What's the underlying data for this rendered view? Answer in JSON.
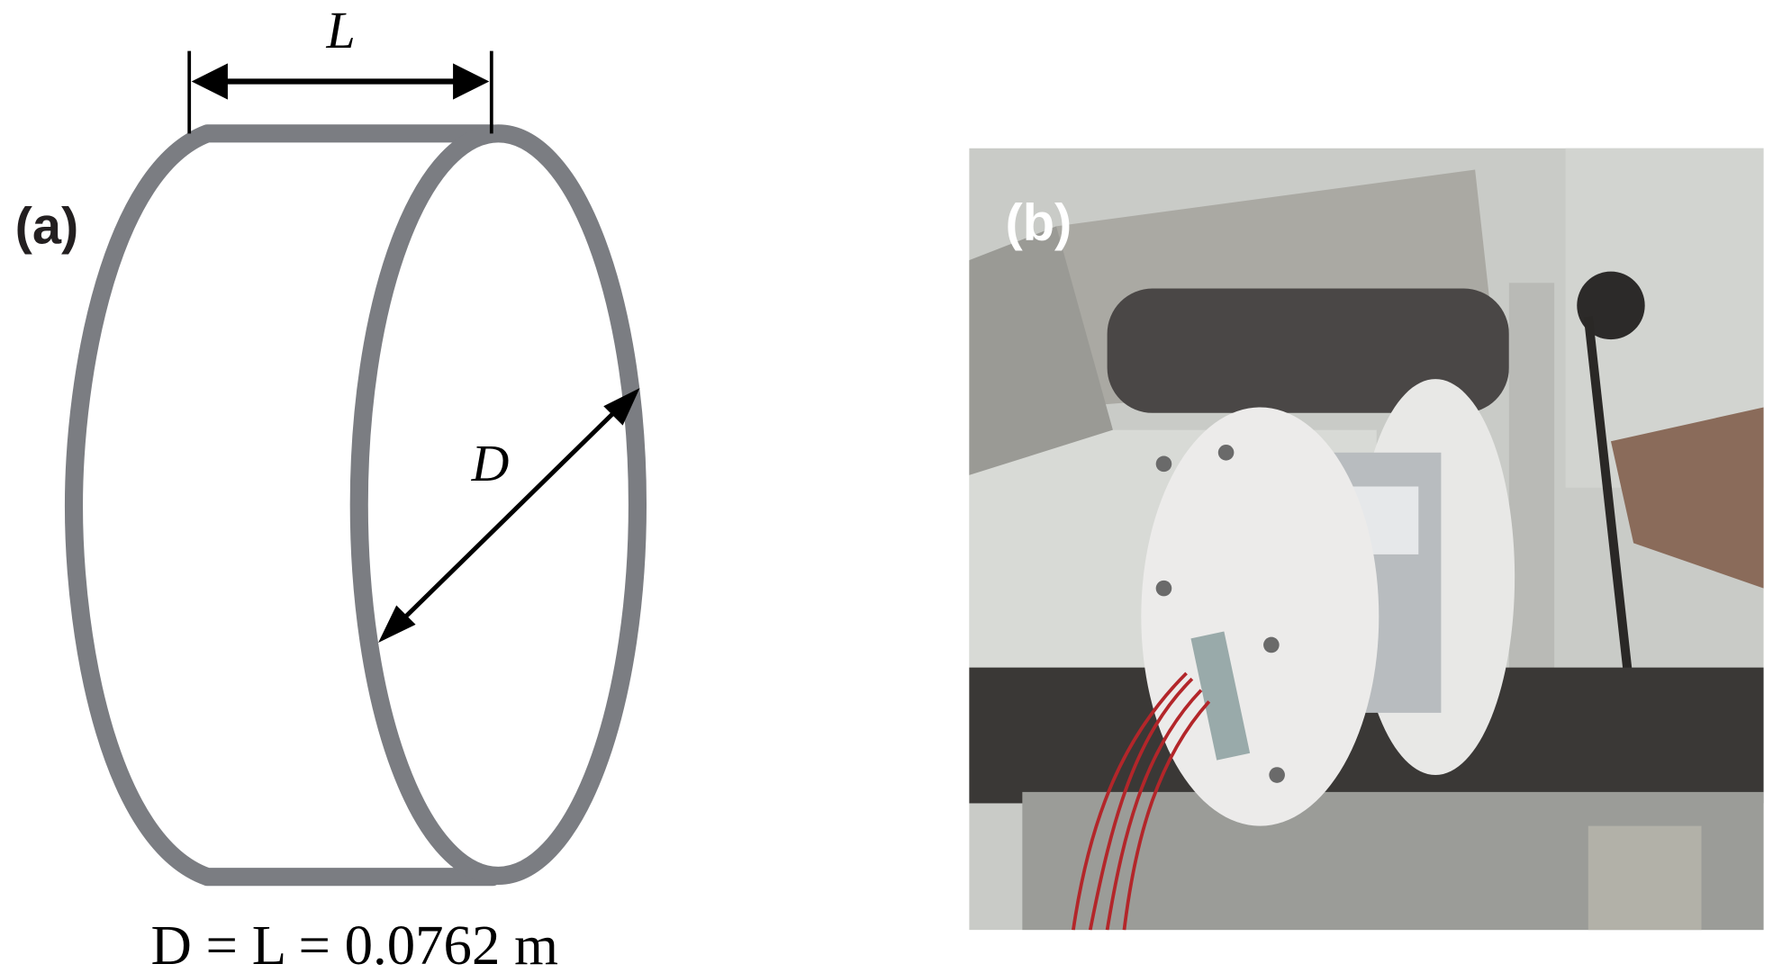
{
  "panel_a": {
    "label": "(a)",
    "dim_length": "L",
    "dim_diameter": "D",
    "caption": "D = L = 0.0762 m"
  },
  "panel_b": {
    "label": "(b)"
  },
  "colors": {
    "cylinder_outline": "#7b7d82",
    "arrow": "#000000",
    "photo_background": "#c9cbc7"
  }
}
